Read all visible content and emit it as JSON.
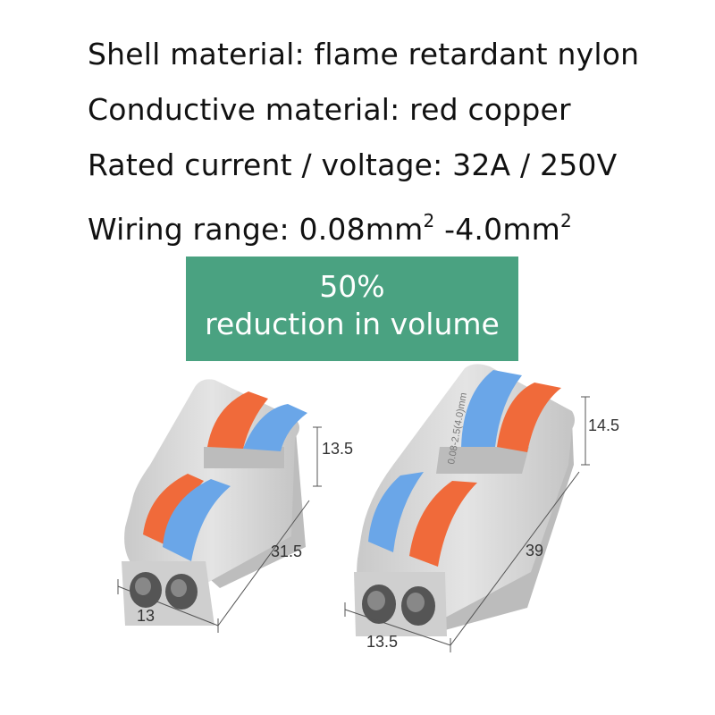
{
  "specs": {
    "shell": "Shell material: flame retardant nylon",
    "conductive": "Conductive material: red copper",
    "rating": "Rated current / voltage: 32A / 250V",
    "wiring_prefix": "Wiring range: 0.08mm",
    "wiring_sup1": "2",
    "wiring_middle": " -4.0mm",
    "wiring_sup2": "2"
  },
  "banner": {
    "line1": "50%",
    "line2": "reduction in volume",
    "color": "#4aa281"
  },
  "small_connector": {
    "height_label": "13.5",
    "length_label": "31.5",
    "width_label": "13"
  },
  "large_connector": {
    "height_label": "14.5",
    "length_label": "39",
    "width_label": "13.5",
    "embossed_text": "0.08-2.5(4.0)mm"
  },
  "colors": {
    "housing": "#d4d4d4",
    "lever_orange": "#f06a3a",
    "lever_blue": "#6aa6e8"
  }
}
